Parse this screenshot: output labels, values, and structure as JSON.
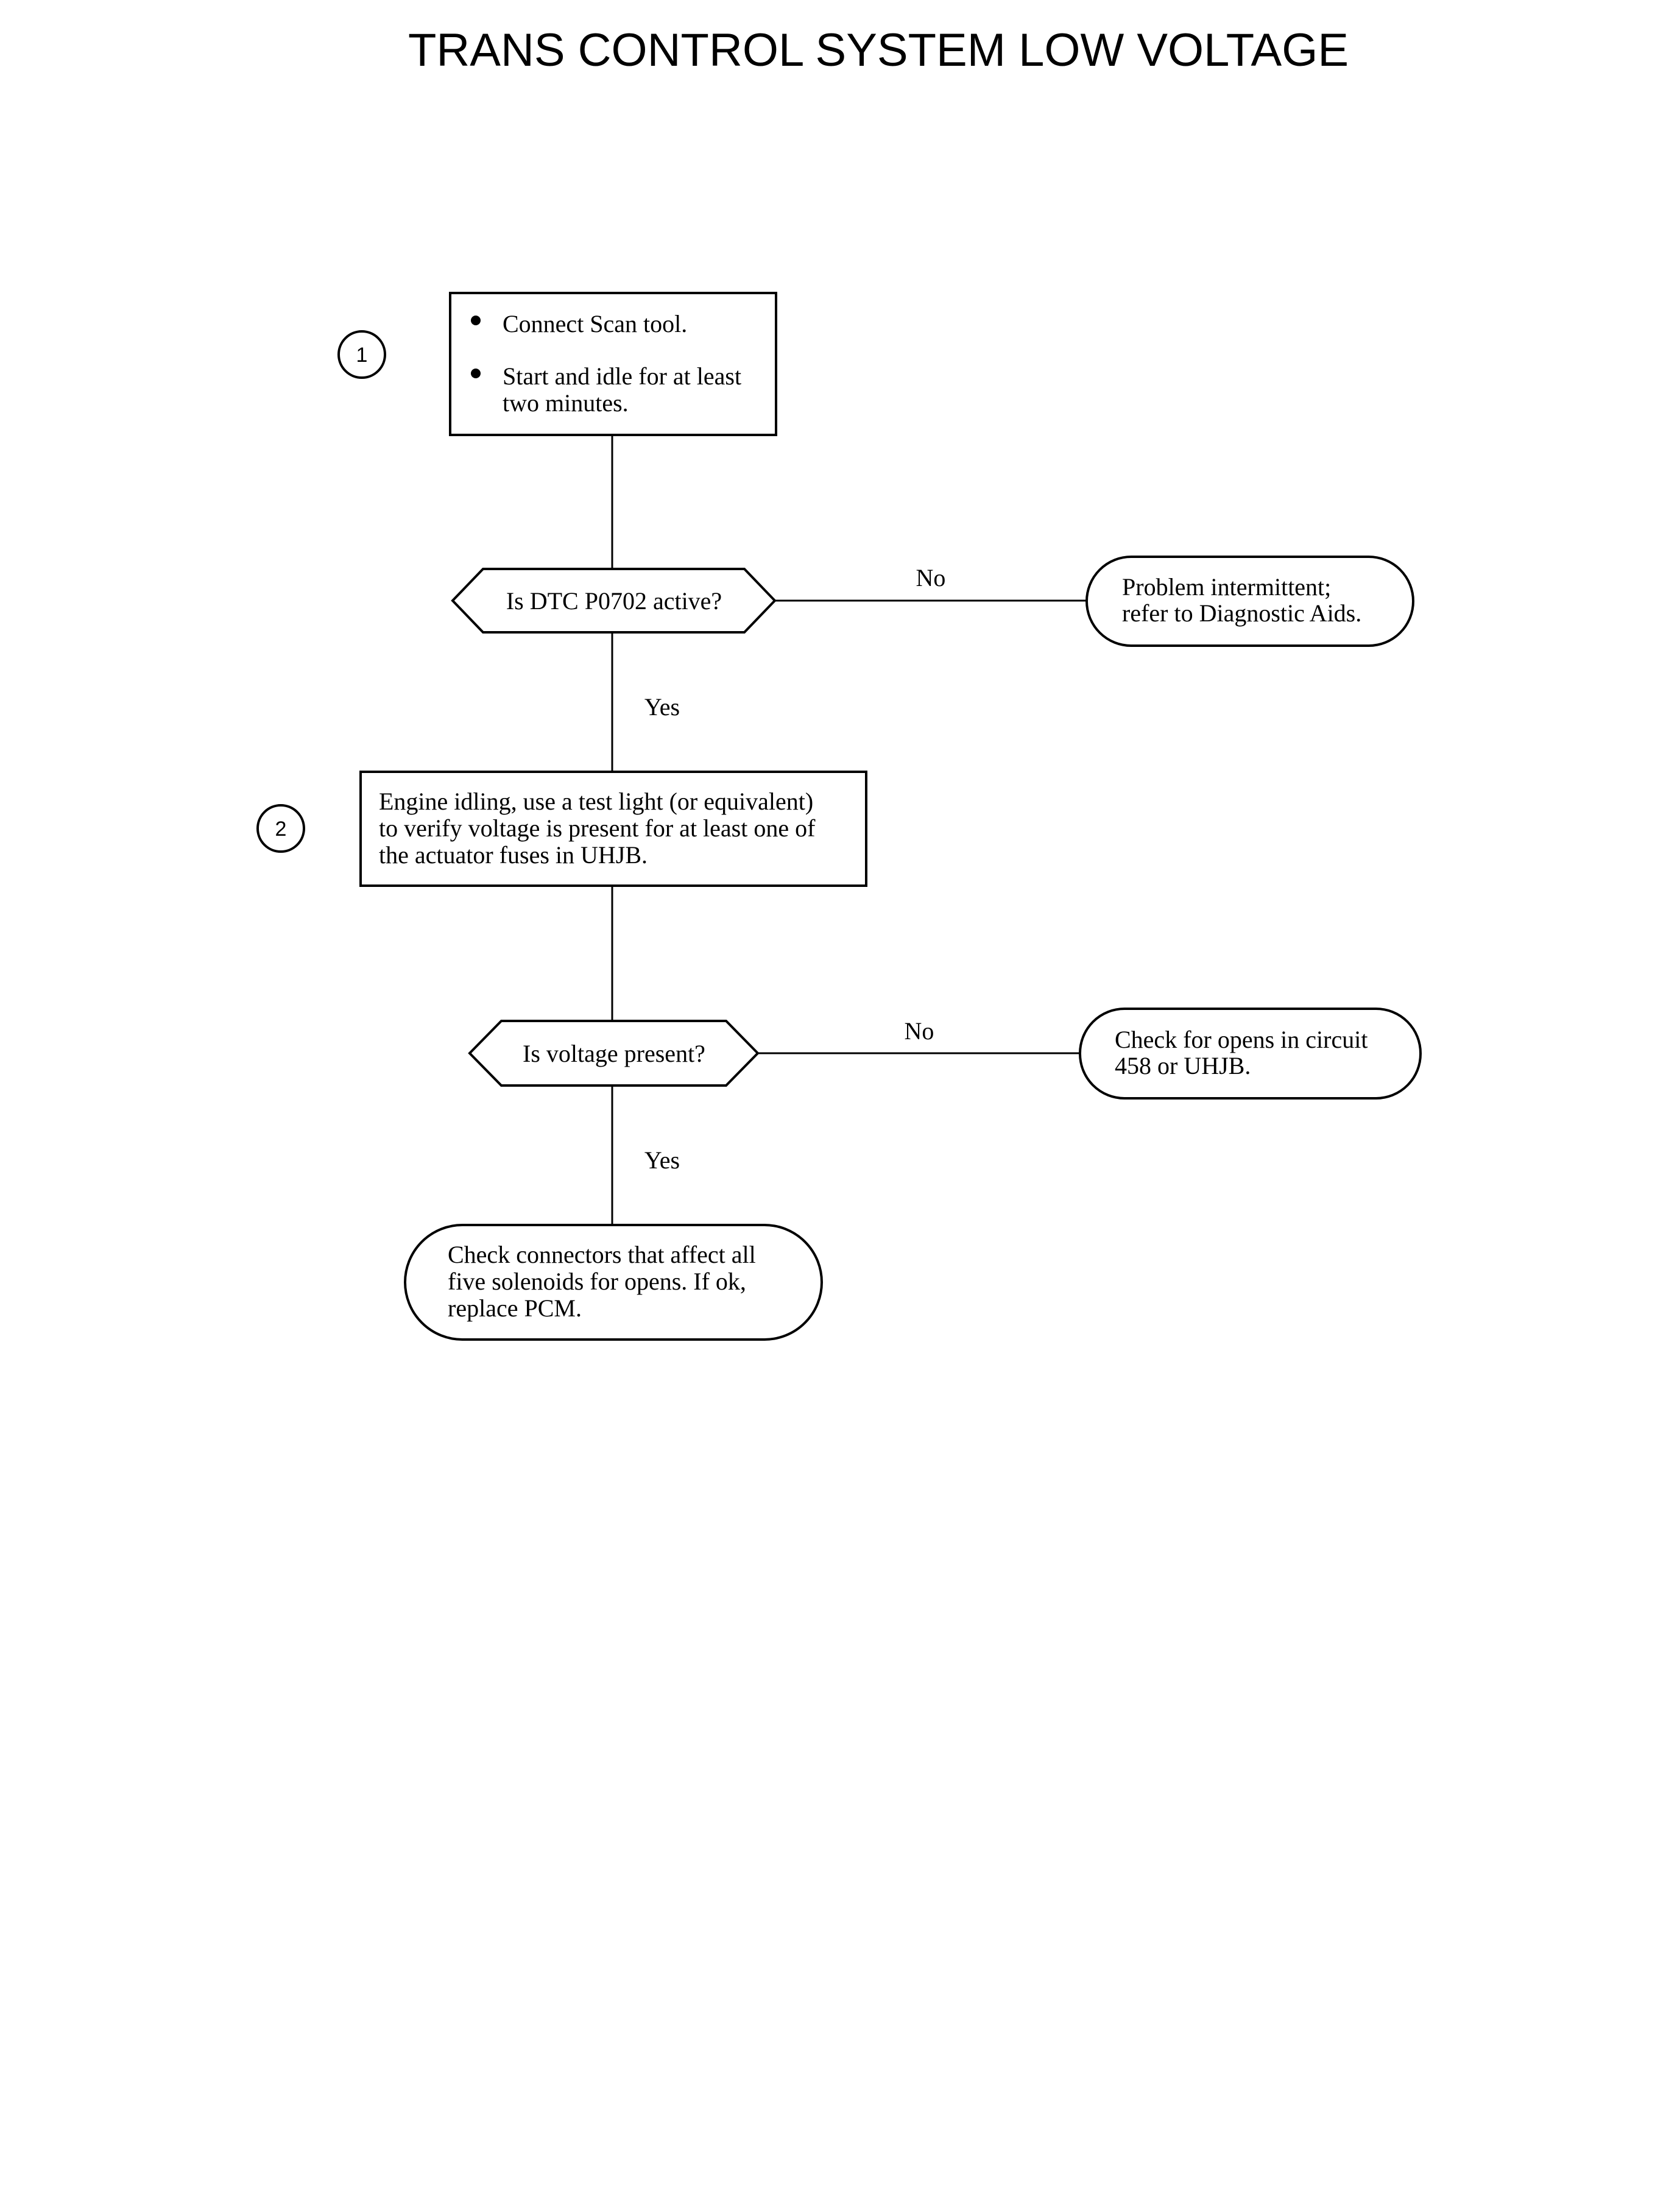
{
  "title": "TRANS CONTROL SYSTEM LOW VOLTAGE",
  "steps": [
    {
      "number": "1",
      "bullets": [
        "Connect Scan tool.",
        "Start and idle for at least",
        "two minutes."
      ]
    },
    {
      "number": "2",
      "lines": [
        "Engine idling, use a test light (or equivalent)",
        "to verify voltage is present for at least one of",
        "the actuator fuses in UHJB."
      ]
    }
  ],
  "decisions": [
    {
      "question": "Is DTC P0702 active?",
      "no_label": "No",
      "yes_label": "Yes"
    },
    {
      "question": "Is voltage present?",
      "no_label": "No",
      "yes_label": "Yes"
    }
  ],
  "terminals": [
    {
      "lines": [
        "Problem intermittent;",
        "refer to Diagnostic Aids."
      ]
    },
    {
      "lines": [
        "Check for opens in circuit",
        "458 or UHJB."
      ]
    },
    {
      "lines": [
        "Check connectors that affect all",
        "five solenoids for opens. If ok,",
        "replace PCM."
      ]
    }
  ]
}
